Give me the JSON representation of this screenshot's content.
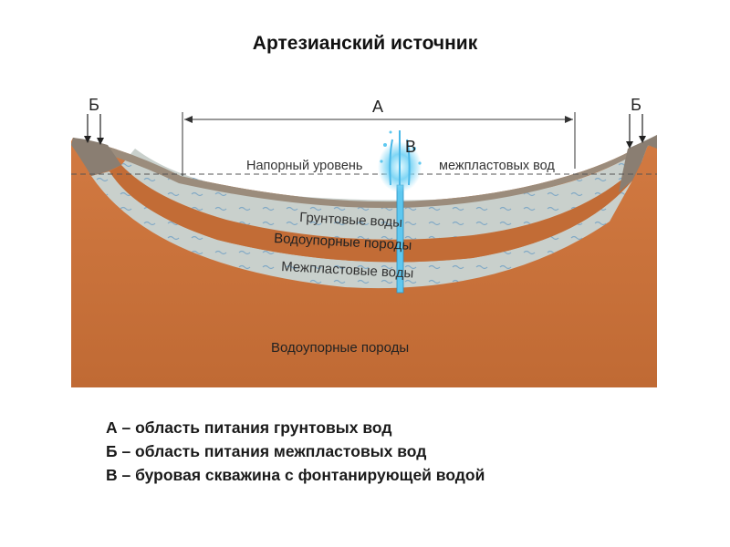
{
  "title": "Артезианский источник",
  "diagram": {
    "labels": {
      "a": "А",
      "b_left": "Б",
      "b_right": "Б",
      "v": "В",
      "pressure_level_left": "Напорный уровень",
      "pressure_level_right": "межпластовых вод",
      "ground_water": "Грунтовые воды",
      "aquitard_middle": "Водоупорные породы",
      "interlayer_water": "Межпластовые воды",
      "aquitard_bottom": "Водоупорные породы"
    },
    "colors": {
      "rock": "#c6703a",
      "rock_dark": "#a95a2a",
      "water_layer": "#c9d0cc",
      "water_wave": "#6f9fc4",
      "recharge_zone": "#8a7e72",
      "jet": "#5ec8f0"
    }
  },
  "legend": {
    "rows": [
      "А – область питания грунтовых вод",
      "Б – область питания межпластовых вод",
      "В – буровая скважина с фонтанирующей водой"
    ]
  }
}
